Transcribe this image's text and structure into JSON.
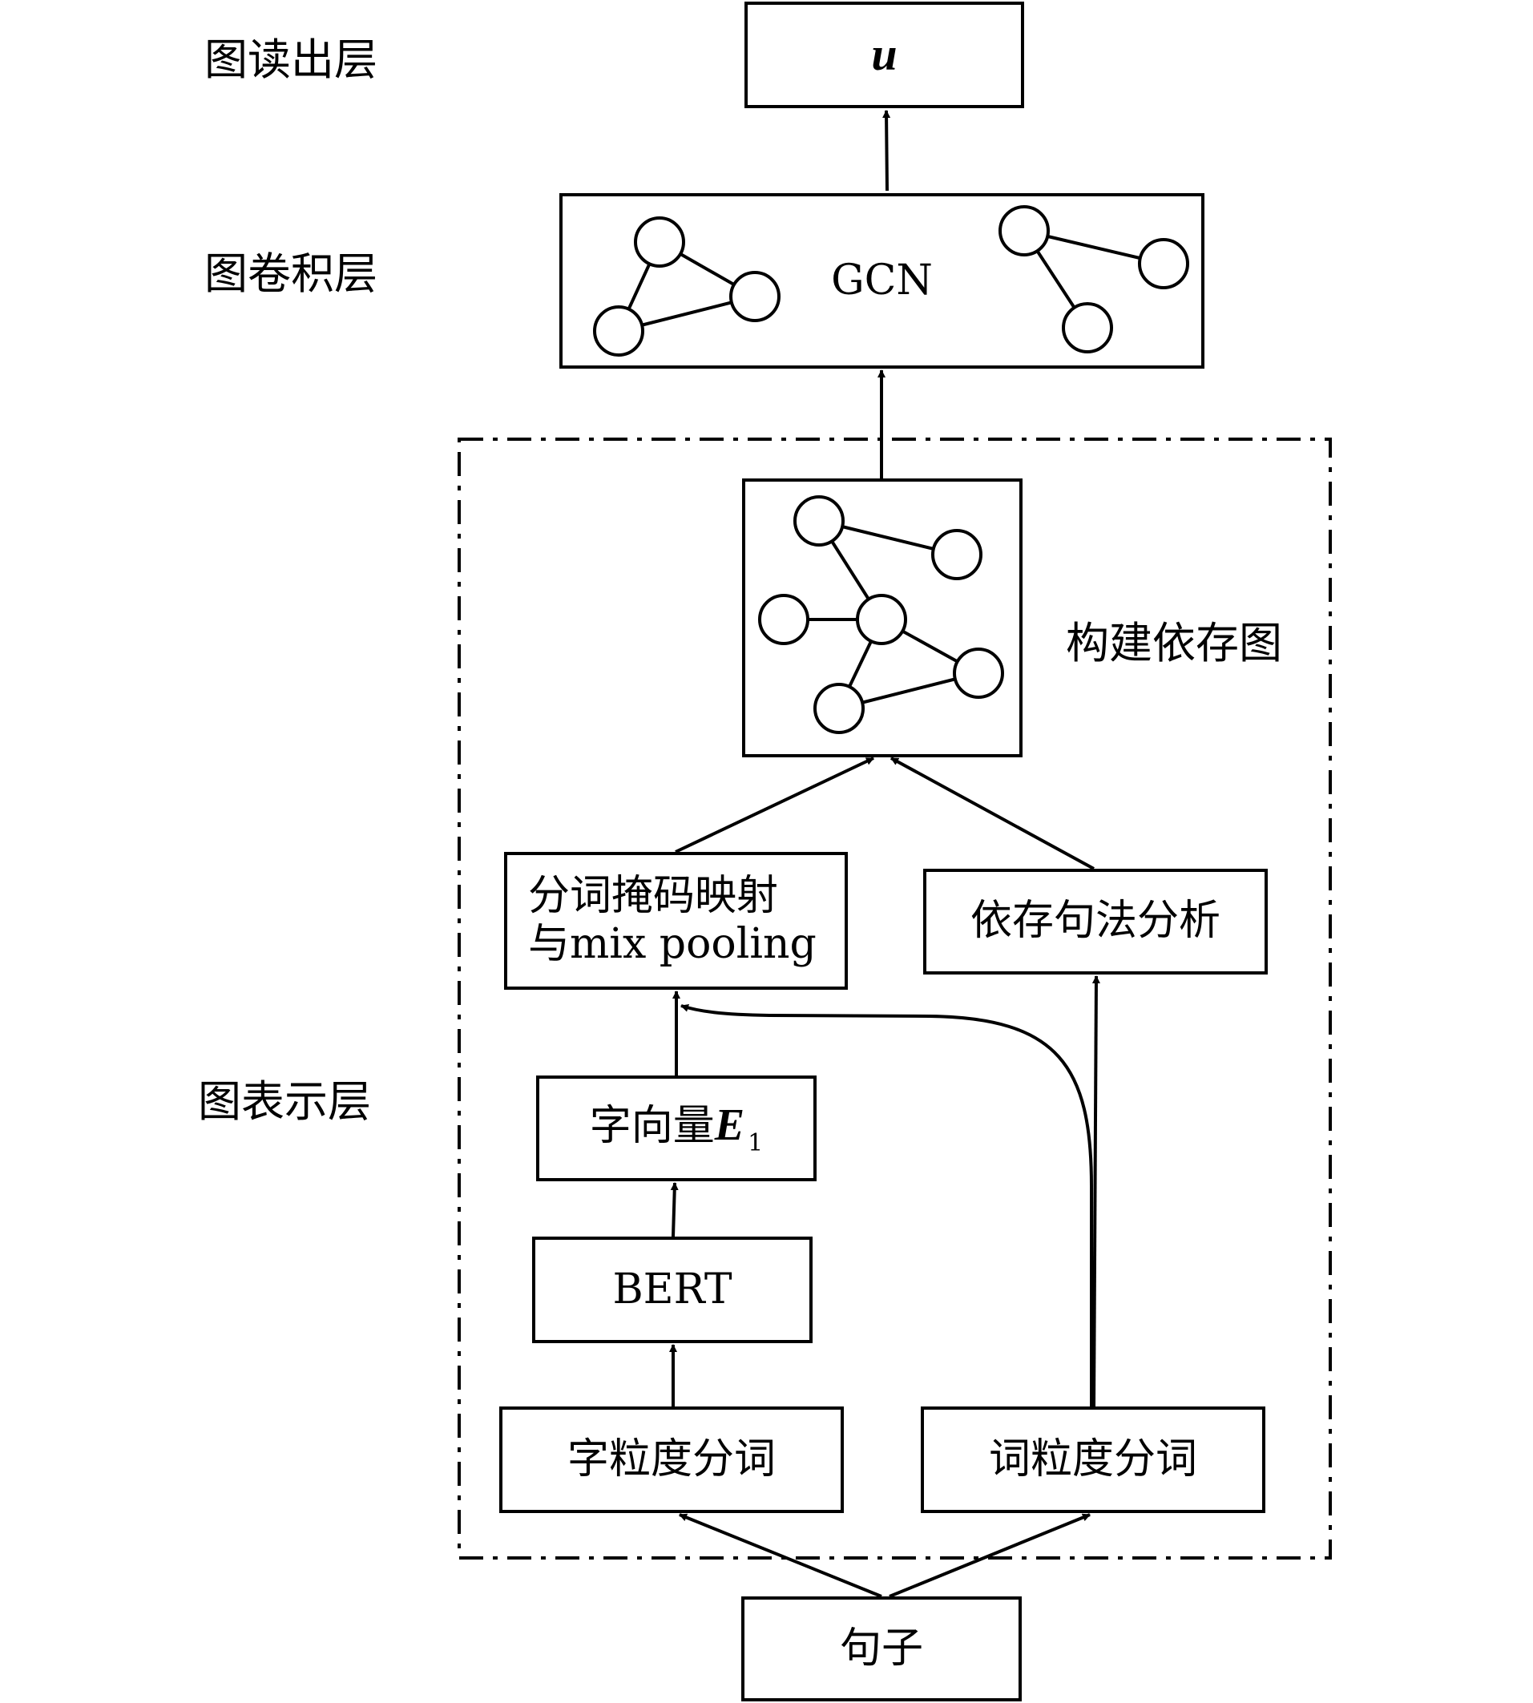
{
  "layers": {
    "readout": "图读出层",
    "conv": "图卷积层",
    "repr": "图表示层"
  },
  "nodes": {
    "u": "u",
    "gcn": "GCN",
    "build_graph": "构建依存图",
    "mask_line1": "分词掩码映射",
    "mask_line2": "与mix pooling",
    "dep_parse": "依存句法分析",
    "char_vec": "字向量",
    "char_vec_var": "E",
    "char_vec_sub": "1",
    "bert": "BERT",
    "char_seg": "字粒度分词",
    "word_seg": "词粒度分词",
    "sentence": "句子"
  }
}
